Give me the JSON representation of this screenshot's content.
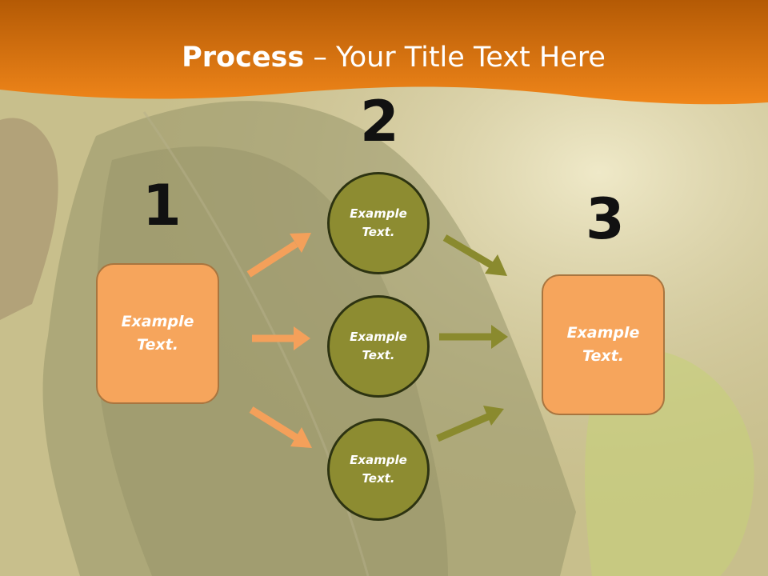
{
  "title": {
    "bold": "Process",
    "rest": " – Your Title Text Here"
  },
  "steps": [
    {
      "number": "1",
      "label": "Example Text."
    },
    {
      "number": "2",
      "labels": [
        "Example Text.",
        "Example Text.",
        "Example Text."
      ]
    },
    {
      "number": "3",
      "label": "Example Text."
    }
  ],
  "colors": {
    "header": "#e8800f",
    "box_fill": "#f6a55c",
    "circle_fill": "#8d8c31",
    "orange_arrow": "#f4a05a",
    "olive_arrow": "#8a8a2e"
  }
}
